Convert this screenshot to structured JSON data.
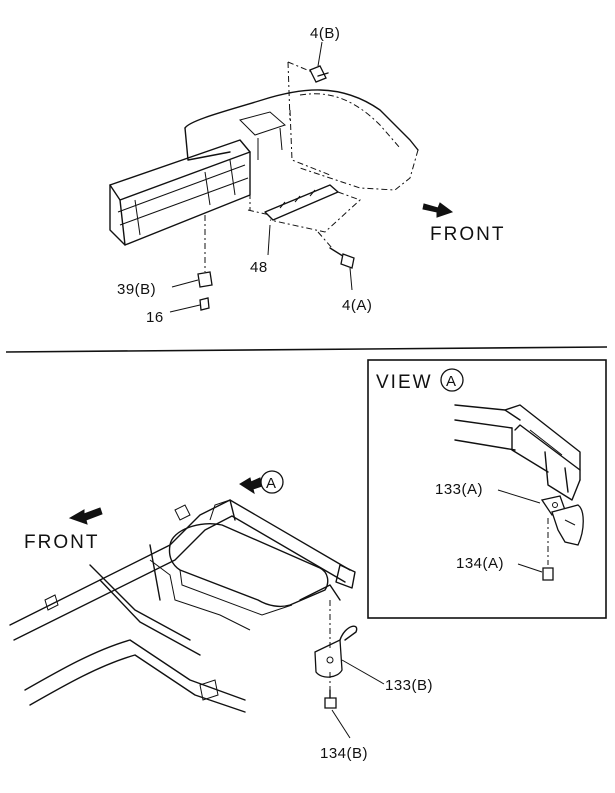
{
  "top_section": {
    "labels": {
      "bolt_4b": "4(B)",
      "bracket_48": "48",
      "bolt_4a": "4(A)",
      "nut_39b": "39(B)",
      "bolt_16": "16",
      "front": "FRONT"
    }
  },
  "bottom_section": {
    "labels": {
      "front": "FRONT",
      "view_marker": "A",
      "bracket_133b": "133(B)",
      "bolt_134b": "134(B)"
    },
    "inset": {
      "title": "VIEW",
      "title_marker": "A",
      "bracket_133a": "133(A)",
      "bolt_134a": "134(A)"
    }
  },
  "colors": {
    "ink": "#111111",
    "paper": "#ffffff"
  }
}
